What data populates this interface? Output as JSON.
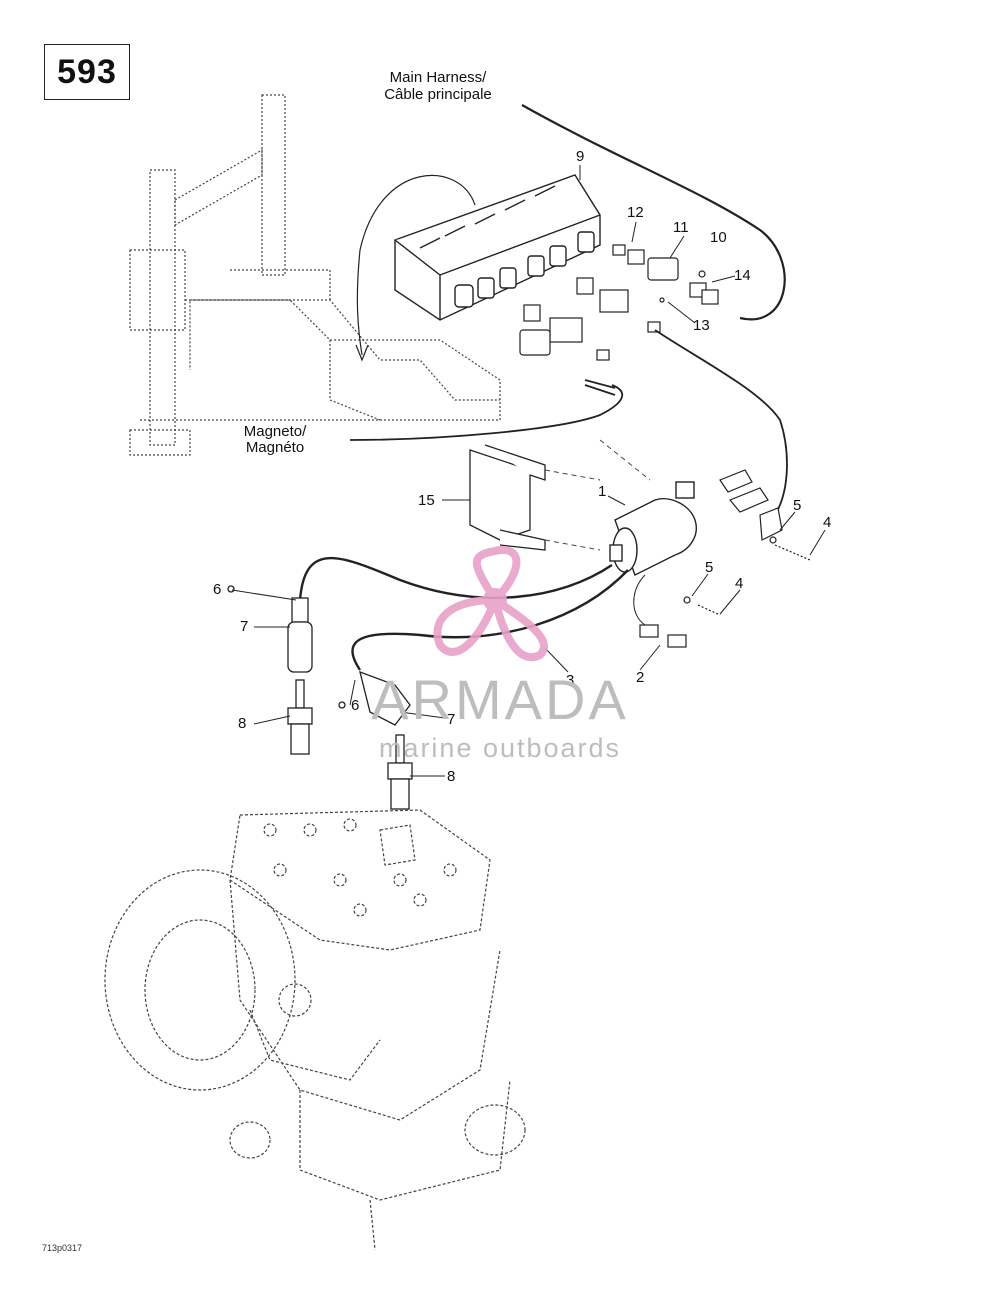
{
  "page": {
    "number": "593",
    "reference": "713p0317"
  },
  "labels": {
    "main_harness": [
      "Main Harness/",
      "Câble principale"
    ],
    "magneto": [
      "Magneto/",
      "Magnéto"
    ]
  },
  "callouts": [
    "1",
    "2",
    "3",
    "4",
    "4",
    "5",
    "5",
    "6",
    "6",
    "7",
    "7",
    "8",
    "8",
    "9",
    "10",
    "11",
    "12",
    "13",
    "14",
    "15"
  ],
  "watermark": {
    "brand": "ARMADA",
    "tagline": "marine outboards",
    "logo_color": "#e8a1c9",
    "text_color": "#bdbdbd"
  },
  "colors": {
    "linework": "#222222",
    "background": "#ffffff"
  }
}
